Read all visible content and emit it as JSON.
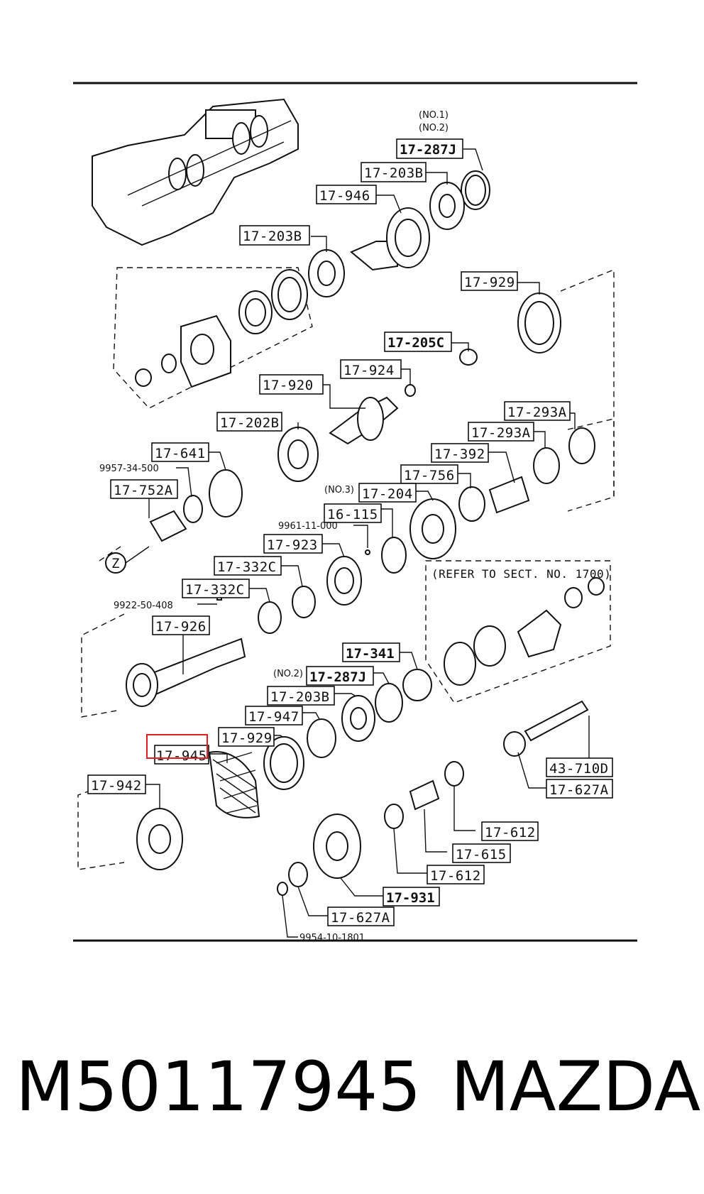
{
  "diagram": {
    "labels": {
      "no1": "(NO.1)",
      "no2": "(NO.2)",
      "p17_287J_top": "17-287J",
      "p17_203B_top": "17-203B",
      "p17_946": "17-946",
      "p17_203B_mid": "17-203B",
      "p17_929_top": "17-929",
      "p17_205C": "17-205C",
      "p17_924": "17-924",
      "p17_920": "17-920",
      "p17_293A_a": "17-293A",
      "p17_293A_b": "17-293A",
      "p17_202B": "17-202B",
      "p17_641": "17-641",
      "p17_392": "17-392",
      "p9957": "9957-34-500",
      "p17_756": "17-756",
      "p17_752A": "17-752A",
      "no3": "(NO.3)",
      "p17_204": "17-204",
      "p16_115": "16-115",
      "z": "Z",
      "p9961": "9961-11-000",
      "p17_923": "17-923",
      "p17_332C_a": "17-332C",
      "refer": "(REFER TO SECT. NO. 1700)",
      "p17_332C_b": "17-332C",
      "p9922": "9922-50-408",
      "p17_926": "17-926",
      "p17_341": "17-341",
      "no2b": "(NO.2)",
      "p17_287J_mid": "17-287J",
      "p17_203B_low": "17-203B",
      "p17_947": "17-947",
      "p17_929_low": "17-929",
      "p17_945": "17-945",
      "p43_710D": "43-710D",
      "p17_627A_right": "17-627A",
      "p17_942": "17-942",
      "p17_612_a": "17-612",
      "p17_615": "17-615",
      "p17_612_b": "17-612",
      "p17_931": "17-931",
      "p17_627A_low": "17-627A",
      "p9954": "9954-10-1801"
    },
    "highlight_color": "#e02020"
  },
  "caption": {
    "part_number": "M50117945",
    "brand": "MAZDA"
  }
}
